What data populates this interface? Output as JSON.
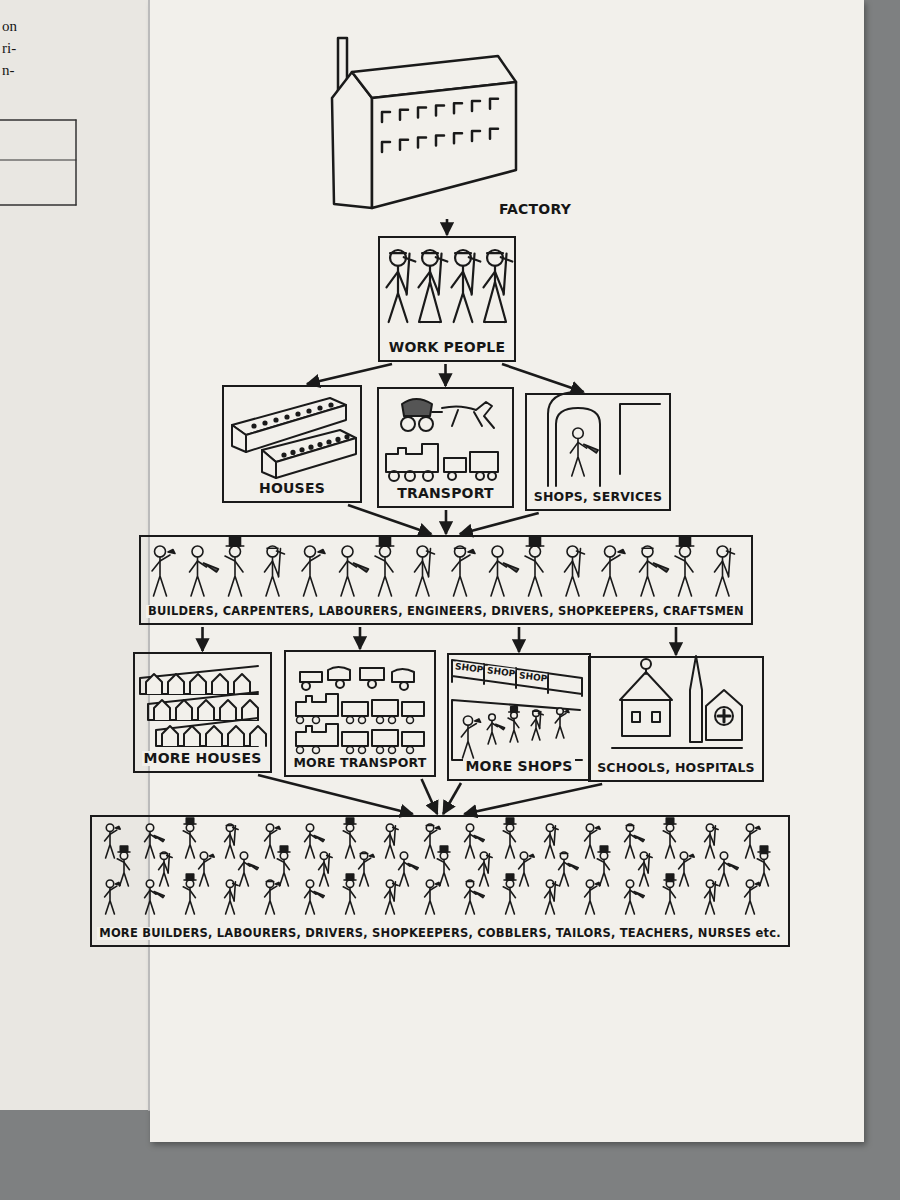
{
  "diagram": {
    "nodes": [
      {
        "text": [
          "FACTORY"
        ]
      },
      {
        "text": [
          "WORK PEOPLE"
        ]
      },
      {
        "text": [
          "HOUSES"
        ]
      },
      {
        "text": [
          "TRANSPORT"
        ]
      },
      {
        "text": [
          "SHOPS, SERVICES"
        ]
      },
      {
        "text": [
          "BUILDERS, CARPENTERS, LABOURERS, ENGINEERS, DRIVERS, SHOPKEEPERS, CRAFTSMEN"
        ]
      },
      {
        "text": [
          "MORE HOUSES"
        ]
      },
      {
        "text": [
          "MORE TRANSPORT"
        ]
      },
      {
        "text": [
          "MORE SHOPS"
        ]
      },
      {
        "text": [
          "SCHOOLS, HOSPITALS"
        ]
      },
      {
        "text": [
          "MORE BUILDERS, LABOURERS, DRIVERS, SHOPKEEPERS, COBBLERS, TAILORS, TEACHERS, NURSES etc."
        ]
      }
    ],
    "edges": [
      {
        "from": 0,
        "to": 1,
        "arrow": "to"
      },
      {
        "from": 1,
        "to": 2,
        "arrow": "to"
      },
      {
        "from": 1,
        "to": 3,
        "arrow": "to"
      },
      {
        "from": 1,
        "to": 4,
        "arrow": "to"
      },
      {
        "from": 2,
        "to": 5,
        "arrow": "to"
      },
      {
        "from": 3,
        "to": 5,
        "arrow": "to"
      },
      {
        "from": 4,
        "to": 5,
        "arrow": "to"
      },
      {
        "from": 5,
        "to": 6,
        "arrow": "to"
      },
      {
        "from": 5,
        "to": 7,
        "arrow": "to"
      },
      {
        "from": 5,
        "to": 8,
        "arrow": "to"
      },
      {
        "from": 5,
        "to": 9,
        "arrow": "to"
      },
      {
        "from": 6,
        "to": 10,
        "arrow": "to"
      },
      {
        "from": 7,
        "to": 10,
        "arrow": "to"
      },
      {
        "from": 8,
        "to": 10,
        "arrow": "to"
      },
      {
        "from": 9,
        "to": 10,
        "arrow": "to"
      }
    ],
    "labels": [
      "on",
      "ri-",
      "n-",
      "SHOP",
      "SHOP",
      "SHOP"
    ]
  }
}
